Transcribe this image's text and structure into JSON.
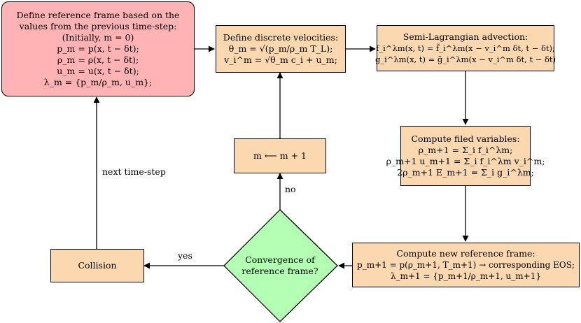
{
  "box_define_reference": {
    "lines": [
      "Define reference frame based on the",
      "values from the previous time-step:",
      "(Initially, m  =  0)",
      "p_m  =  p(x, t − δt);",
      "ρ_m  =  ρ(x, t − δt);",
      "u_m  =  u(x, t − δt);",
      "λ_m  =  {p_m/ρ_m, u_m};"
    ]
  },
  "box_discrete_velocities": {
    "lines": [
      "Define discrete velocities:",
      "θ_m = √(p_m/ρ_m T_L);",
      "v_i^m = √θ_m c_i + u_m;"
    ]
  },
  "box_semi_lagrangian": {
    "lines": [
      "Semi-Lagrangian advection:",
      "f_i^λm(x, t) = f̃_i^λm(x − v_i^m δt, t − δt);",
      "g_i^λm(x, t) = g̃_i^λm(x − v_i^m δt, t − δt)"
    ]
  },
  "box_update_m": {
    "lines": [
      "m ⟵ m + 1"
    ]
  },
  "box_compute_field": {
    "lines": [
      "Compute filed variables:",
      "ρ_m+1 = Σ_i f_i^λm;",
      "ρ_m+1 u_m+1 = Σ_i f_i^λm v_i^m;",
      "2ρ_m+1 E_m+1 = Σ_i g_i^λm;"
    ]
  },
  "box_new_reference": {
    "lines": [
      "Compute new reference frame:",
      "p_m+1 = p(ρ_m+1, T_m+1) → corresponding EOS;",
      "λ_m+1 = {p_m+1/ρ_m+1, u_m+1}"
    ]
  },
  "box_collision": {
    "lines": [
      "Collision"
    ]
  },
  "decision_convergence": {
    "lines": [
      "Convergence of",
      "reference frame?"
    ]
  },
  "labels": {
    "next_time_step": "next time-step",
    "no": "no",
    "yes": "yes"
  },
  "colors": {
    "start_box": "#ffb3b5",
    "process_box": "#fcd8b0",
    "decision": "#b3ffb3"
  }
}
